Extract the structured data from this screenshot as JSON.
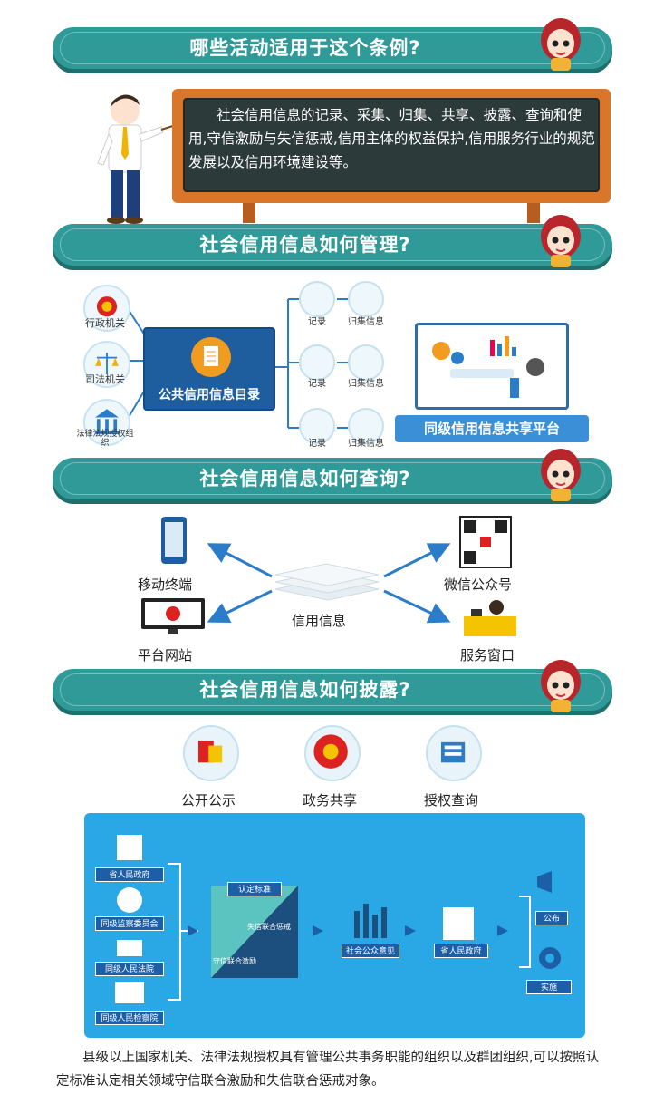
{
  "sections": {
    "s1": {
      "title": "哪些活动适用于这个条例?",
      "body": "社会信用信息的记录、采集、归集、共享、披露、查询和使用,守信激励与失信惩戒,信用主体的权益保护,信用服务行业的规范发展以及信用环境建设等。"
    },
    "s2": {
      "title": "社会信用信息如何管理?",
      "sources": [
        "行政机关",
        "司法机关",
        "法律法规授权组织"
      ],
      "directory": "公共信用信息目录",
      "record_label": "记录",
      "collect_label": "归集信息",
      "platform_label": "同级信用信息共享平台"
    },
    "s3": {
      "title": "社会信用信息如何查询?",
      "center": "信用信息",
      "channels": [
        "移动终端",
        "微信公众号",
        "平台网站",
        "服务窗口"
      ]
    },
    "s4": {
      "title": "社会信用信息如何披露?",
      "methods": [
        "公开公示",
        "政务共享",
        "授权查询"
      ],
      "flow": {
        "left": [
          "省人民政府",
          "同级监察委员会",
          "同级人民法院",
          "同级人民检察院"
        ],
        "card_header": "认定标准",
        "card_top": "失信联合惩戒",
        "card_bottom": "守信联合激励",
        "opinion": "社会公众意见",
        "gov": "省人民政府",
        "out": [
          "公布",
          "实施"
        ]
      },
      "footer": "县级以上国家机关、法律法规授权具有管理公共事务职能的组织以及群团组织,可以按照认定标准认定相关领域守信联合激励和失信联合惩戒对象。"
    }
  },
  "colors": {
    "banner": "#2f9a97",
    "board": "#d9762a",
    "chalk": "#2d3a3a",
    "blue_panel": "#2aa8e6",
    "dark_blue": "#1f5e9e",
    "arrow": "#2b7cc9"
  }
}
